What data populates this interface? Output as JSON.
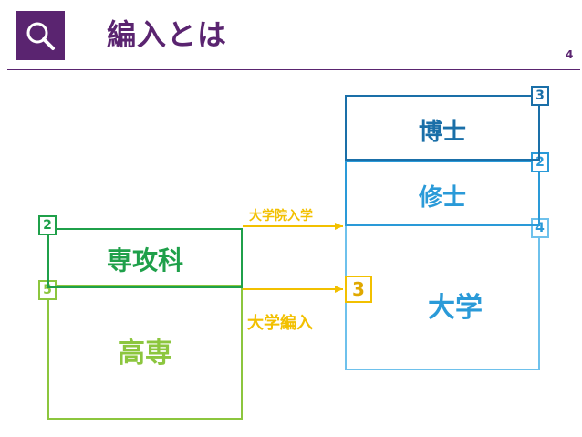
{
  "header": {
    "title": "編入とは",
    "page_number": "4",
    "icon": "search-icon"
  },
  "colors": {
    "brand_purple": "#5a2470",
    "dark_green": "#1fa04a",
    "light_green": "#8cc63e",
    "dark_blue": "#1a6fa8",
    "mid_blue": "#2a9ad8",
    "light_blue": "#6ec1ec",
    "yellow": "#f2c000"
  },
  "diagram": {
    "left_boxes": {
      "senkoka": {
        "label": "専攻科",
        "years": "2"
      },
      "kosen": {
        "label": "高専",
        "years": "5"
      }
    },
    "right_boxes": {
      "hakase": {
        "label": "博士",
        "years": "3"
      },
      "shushi": {
        "label": "修士",
        "years": "2"
      },
      "daigaku": {
        "label": "大学",
        "years": "4"
      }
    },
    "transfer_badge": "3",
    "arrows": {
      "grad_school_entry": "大学院入学",
      "transfer": "大学編入"
    }
  }
}
